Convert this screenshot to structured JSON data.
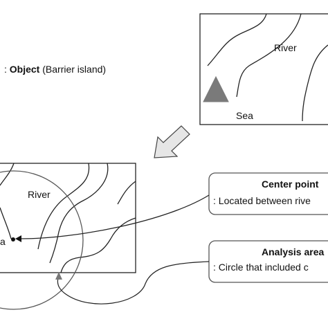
{
  "legend": {
    "prefix": ": ",
    "object_label": "Object",
    "object_desc": " (Barrier island)",
    "shape_color": "#7a7a7a"
  },
  "top_map": {
    "river_label": "River",
    "sea_label": "Sea"
  },
  "bottom_map": {
    "river_label": "River",
    "sea_label": "a"
  },
  "callouts": {
    "center_point": {
      "title": "Center point",
      "desc": ": Located between rive"
    },
    "analysis_area": {
      "title": "Analysis area",
      "desc": ": Circle that included c"
    }
  },
  "colors": {
    "arrow_fill": "#e6e6e6",
    "marker": "#7a7a7a",
    "stroke": "#222222",
    "circle": "#555555"
  }
}
